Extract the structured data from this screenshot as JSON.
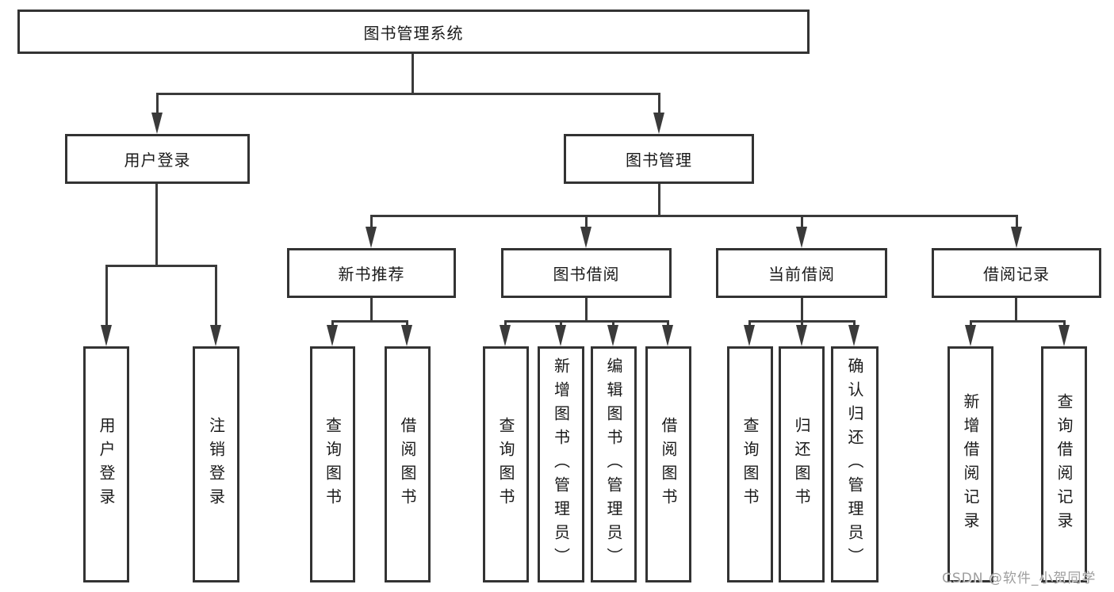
{
  "diagram": {
    "type": "tree",
    "tree": {
      "label": "图书管理系统",
      "children": [
        {
          "label": "用户登录",
          "children": [
            {
              "label": "用户登录"
            },
            {
              "label": "注销登录"
            }
          ]
        },
        {
          "label": "图书管理",
          "children": [
            {
              "label": "新书推荐",
              "children": [
                {
                  "label": "查询图书"
                },
                {
                  "label": "借阅图书"
                }
              ]
            },
            {
              "label": "图书借阅",
              "children": [
                {
                  "label": "查询图书"
                },
                {
                  "label": "新增图书（管理员）"
                },
                {
                  "label": "编辑图书（管理员）"
                },
                {
                  "label": "借阅图书"
                }
              ]
            },
            {
              "label": "当前借阅",
              "children": [
                {
                  "label": "查询图书"
                },
                {
                  "label": "归还图书"
                },
                {
                  "label": "确认归还（管理员）"
                }
              ]
            },
            {
              "label": "借阅记录",
              "children": [
                {
                  "label": "新增借阅记录"
                },
                {
                  "label": "查询借阅记录"
                }
              ]
            }
          ]
        }
      ]
    }
  },
  "watermark": {
    "text": "CSDN @软件_小贺同学"
  },
  "colors": {
    "line": "#3a3a3a",
    "box_border": "#333333",
    "text": "#1a1a1a",
    "watermark_text": "#9e9e9e",
    "background": "#ffffff"
  }
}
